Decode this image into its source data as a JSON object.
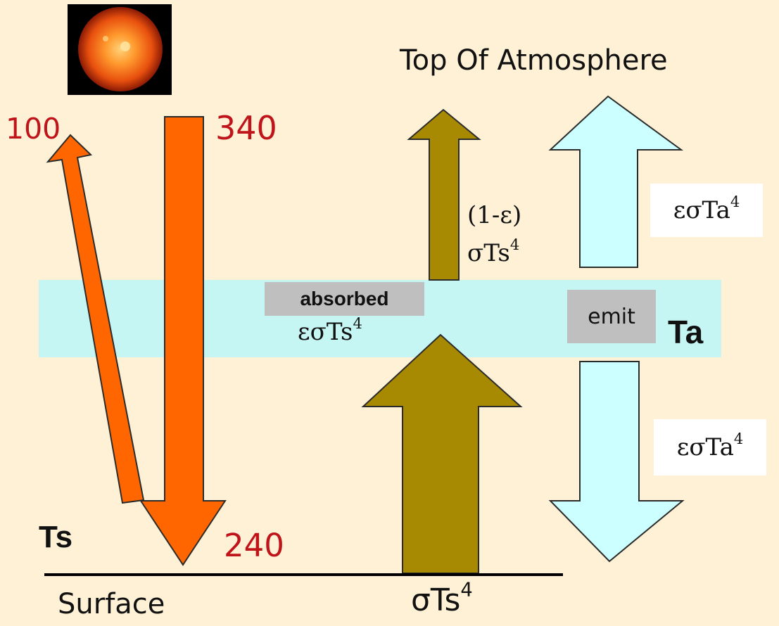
{
  "title": "Top Of Atmosphere",
  "surface_label": "Surface",
  "surface_temp_label": "Ts",
  "atmosphere_temp_label": "Ta",
  "solar_in": "340",
  "reflected": "100",
  "absorbed_surface": "240",
  "absorbed_box": "absorbed",
  "absorbed_flux": "εσTs",
  "emit_box": "emit",
  "transmitted_line1": "(1-ε)",
  "transmitted_line2": "σTs",
  "atm_up_flux": "εσTa",
  "atm_down_flux": "εσTa",
  "surface_flux": "σTs",
  "exponent": "4",
  "colors": {
    "background": "#FEF1D6",
    "atmosphere_layer": "#C5F6F4",
    "solar_arrow": "#FF6600",
    "surface_arrow": "#A88902",
    "atmosphere_arrow": "#CCFFFF",
    "label_red": "#C0141B"
  }
}
